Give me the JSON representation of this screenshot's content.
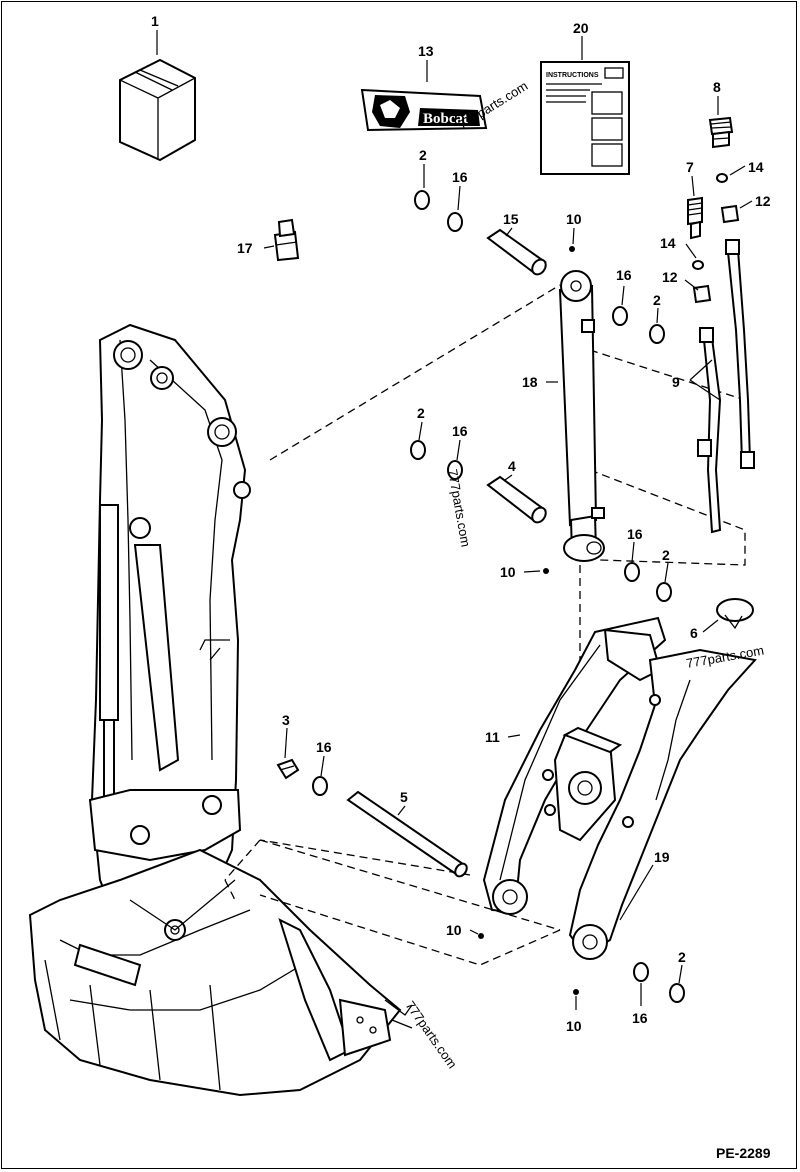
{
  "drawing_id": "PE-2289",
  "callouts": [
    {
      "id": "c1",
      "label": "1"
    },
    {
      "id": "c13",
      "label": "13"
    },
    {
      "id": "c20",
      "label": "20"
    },
    {
      "id": "c8",
      "label": "8"
    },
    {
      "id": "c2a",
      "label": "2"
    },
    {
      "id": "c16a",
      "label": "16"
    },
    {
      "id": "c14a",
      "label": "14"
    },
    {
      "id": "c7",
      "label": "7"
    },
    {
      "id": "c12a",
      "label": "12"
    },
    {
      "id": "c10a",
      "label": "10"
    },
    {
      "id": "c15",
      "label": "15"
    },
    {
      "id": "c17",
      "label": "17"
    },
    {
      "id": "c14b",
      "label": "14"
    },
    {
      "id": "c12b",
      "label": "12"
    },
    {
      "id": "c16b",
      "label": "16"
    },
    {
      "id": "c2b",
      "label": "2"
    },
    {
      "id": "c18",
      "label": "18"
    },
    {
      "id": "c9",
      "label": "9"
    },
    {
      "id": "c2c",
      "label": "2"
    },
    {
      "id": "c16c",
      "label": "16"
    },
    {
      "id": "c4",
      "label": "4"
    },
    {
      "id": "c16d",
      "label": "16"
    },
    {
      "id": "c2d",
      "label": "2"
    },
    {
      "id": "c10b",
      "label": "10"
    },
    {
      "id": "c6",
      "label": "6"
    },
    {
      "id": "c11",
      "label": "11"
    },
    {
      "id": "c3",
      "label": "3"
    },
    {
      "id": "c16e",
      "label": "16"
    },
    {
      "id": "c5",
      "label": "5"
    },
    {
      "id": "c19",
      "label": "19"
    },
    {
      "id": "c10c",
      "label": "10"
    },
    {
      "id": "c2e",
      "label": "2"
    },
    {
      "id": "c10d",
      "label": "10"
    },
    {
      "id": "c16f",
      "label": "16"
    }
  ],
  "decal_brand": "Bobcat",
  "instructions_heading": "INSTRUCTIONS",
  "watermarks": [
    "777parts.com",
    "777parts.com",
    "777parts.com",
    "777parts.com"
  ]
}
